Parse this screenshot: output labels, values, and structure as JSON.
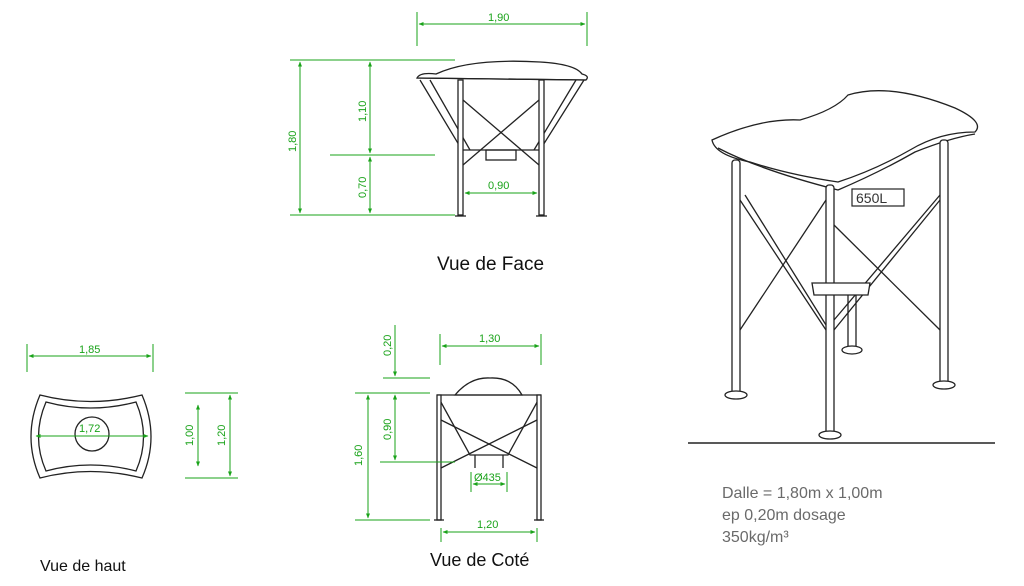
{
  "views": {
    "face": {
      "title": "Vue de Face",
      "dims": {
        "width_top": "1,90",
        "height_total": "1,80",
        "height_upper": "1,10",
        "height_lower": "0,70",
        "leg_spacing": "0,90"
      }
    },
    "haut": {
      "title": "Vue de haut",
      "dims": {
        "width": "1,85",
        "hole": "1,72",
        "depth_inner": "1,00",
        "depth_outer": "1,20"
      }
    },
    "cote": {
      "title": "Vue de Coté",
      "dims": {
        "width_top": "1,30",
        "lid_height": "0,20",
        "height_body": "1,60",
        "height_cone": "0,90",
        "outlet": "Ø435",
        "leg_spacing": "1,20"
      }
    },
    "perspective": {
      "capacity_label": "650L"
    }
  },
  "note": {
    "line1": "Dalle = 1,80m x 1,00m",
    "line2": "ep 0,20m dosage",
    "line3": "350kg/m³"
  },
  "colors": {
    "dimension": "#1aa31a",
    "drawing": "#222222",
    "note": "#6a6a6a"
  }
}
